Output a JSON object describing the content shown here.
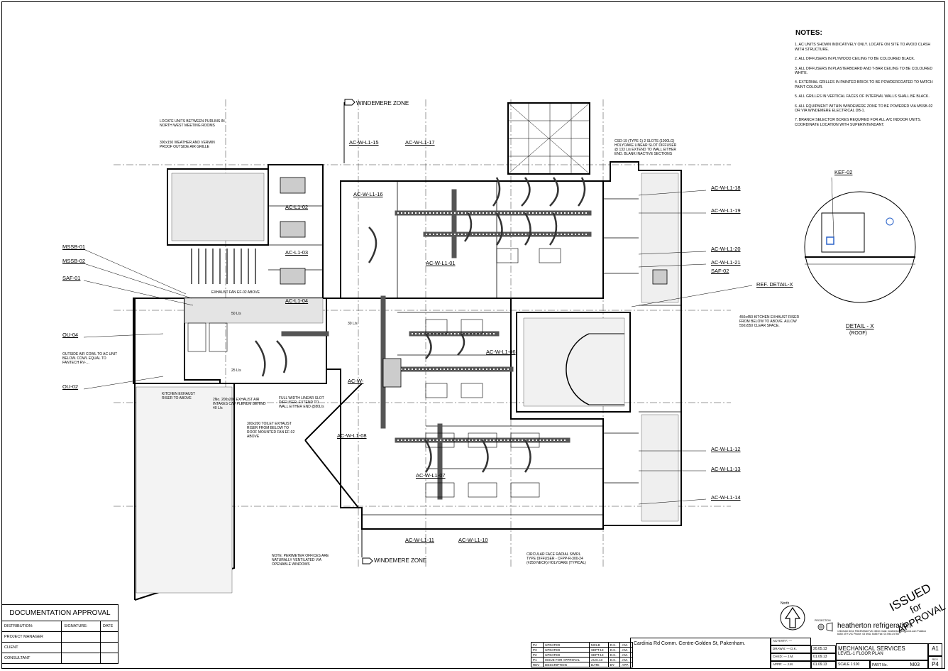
{
  "zone_labels": {
    "top": "WINDEMERE ZONE",
    "bottom": "WINDEMERE ZONE"
  },
  "notes": {
    "heading": "NOTES:",
    "items": [
      "1. AC UNITS SHOWN INDICATIVELY ONLY. LOCATE ON SITE TO AVOID CLASH WITH STRUCTURE.",
      "2. ALL DIFFUSERS IN PLYWOOD CEILING TO BE COLOURED BLACK.",
      "3. ALL DIFFUSERS IN PLASTERBOARD AND T-BAR CEILING TO BE COLOURED WHITE.",
      "4. EXTERNAL GRILLES IN PAINTED BRICK TO BE POWDERCOATED TO MATCH PAINT COLOUR.",
      "5. ALL GRILLES IN VERTICAL FACES OF INTERNAL WALLS SHALL BE BLACK.",
      "6. ALL EQUIPMENT WITHIN WINDEMERE ZONE TO BE POWERED VIA MSSB-02 OR VIA WINDEMERE ELECTRICAL DB-1.",
      "7. BRANCH SELECTOR BOXES REQUIRED FOR ALL A/C INDOOR UNITS. COORDINATE LOCATION WITH SUPERINTENDANT."
    ]
  },
  "left_tags": [
    "MSSB-01",
    "MSSB-02",
    "SAF-01",
    "OU-04",
    "OU-02"
  ],
  "right_tags": [
    "AC-W-L1-18",
    "AC-W-L1-19",
    "AC-W-L1-20",
    "AC-W-L1-21",
    "SAF-02",
    "REF. DETAIL-X",
    "AC-W-L1-12",
    "AC-W-L1-13",
    "AC-W-L1-14"
  ],
  "plan_tags": [
    "AC-W-L1-15",
    "AC-W-L1-17",
    "AC-W-L1-16",
    "AC-L1-02",
    "AC-L1-03",
    "AC-L1-04",
    "AC-W-L1-01",
    "AC-W-L1-06",
    "AC-W-",
    "AC-W-L1-08",
    "AC-W-L1-07",
    "AC-W-L1-11",
    "AC-W-L1-10"
  ],
  "annotations": {
    "locate_units": "LOCATE UNITS BETWEEN PURLINS IN NORTH WEST MEETING ROOMS",
    "weather_grille": "300x150 WEATHER AND VERMIN PROOF OUTSIDE AIR GRILLE",
    "outside_air": "OUTSIDE AIR COWL TO AC UNIT BELOW. COWL EQUAL TO FANTECH RV-…",
    "kitchen_exhaust": "KITCHEN EXHAUST RISER TO ABOVE",
    "exhaust_air": "2No. 200x200 EXHAUST AIR INTAKES C/W PLENUM BEHIND 40 L/s",
    "linear_slot": "FULL WIDTH LINEAR SLOT DIFFUSER. EXTEND TO WALL EITHER END @80L/s",
    "toilet_exhaust": "300x200 TOILET EXHAUST RISER FROM BELOW TO ROOF MOUNTED FAN EF-02 ABOVE",
    "perimeter": "NOTE: PERIMETER OFFICES ARE NATURALLY VENTILATED VIA OPENABLE WINDOWS",
    "circular_diffuser": "CIRCULAR FACE RADIAL SWIRL TYPE DIFFUSER - CFPP-R-300-24 (#250 NECK) HOLYOAKE (TYPICAL)",
    "kitchen_riser": "450x450 KITCHEN EXHAUST RISER FROM BELOW TO ABOVE. ALLOW 550x550 CLEAR SPACE.",
    "csd_slots": "CSD-19 (TYPE-1) 2 SLOTS (1000LG) HOLYOAKE LINEAR SLOT DIFFUSER @ 133 L/s EXTEND TO WALL EITHER END. BLANK INACTIVE SECTIONS",
    "exhaust_fan": "EXHAUST FAN EF-02 ABOVE",
    "flow_50": "50 L/s",
    "flow_25": "25 L/s",
    "flow_30": "30 L/s"
  },
  "detail": {
    "tag": "KEF-02",
    "title": "DETAIL - X",
    "subtitle": "(ROOF)"
  },
  "approval": {
    "title": "DOCUMENTATION APPROVAL",
    "headers": [
      "DISTRIBUTION:",
      "SIGNATURE:",
      "DATE"
    ],
    "rows": [
      "PROJECT MANAGER",
      "CLIENT",
      "CONSULTANT"
    ]
  },
  "revisions": [
    [
      "P4",
      "UPDATED",
      "MCLB",
      "D.K.",
      "J.M."
    ],
    [
      "P3",
      "UPDATED",
      "SEPT.13",
      "D.K.",
      "J.M."
    ],
    [
      "P2",
      "UPDATED",
      "SEPT.13",
      "D.K.",
      "J.M."
    ],
    [
      "P1",
      "ISSUE FOR APPROVAL",
      "AUG.13",
      "D.K.",
      "J.M."
    ],
    [
      "REV",
      "DESCRIPTION",
      "DATE",
      "BY",
      "APP."
    ]
  ],
  "title_block": {
    "project": "Cardinia Rd Comm. Centre-Golden St, Pakenham.",
    "activity": "ACTIVITY: —",
    "drawn": "DRAWN: — D.K.",
    "chkd": "CHKD: — J.M.",
    "appr": "APPR: — J.M.",
    "date1": "20.05.13",
    "date2": "01.09.13",
    "date3": "01.09.13",
    "company": "heatherton refrigeration",
    "company_address": "1 Bertoldi Drive PAKENHAM VIC 3810  email: heatherton@bigpond.com  Postbox 6450 4TH VIC  Phone: 03 5941 5455  Fax: 03 5941 5755",
    "discipline": "MECHANICAL SERVICES",
    "drawing": "LEVEL-1 FLOOR PLAN",
    "scale": "SCALE 1:100",
    "part_no_label": "PART No.",
    "dwg_no": "M03",
    "size": "A1",
    "rev_label": "REV.",
    "rev": "P4",
    "north": "North",
    "projection": "PROJECTION"
  },
  "stamp": {
    "line1": "ISSUED",
    "line2": "for APPROVAL"
  }
}
